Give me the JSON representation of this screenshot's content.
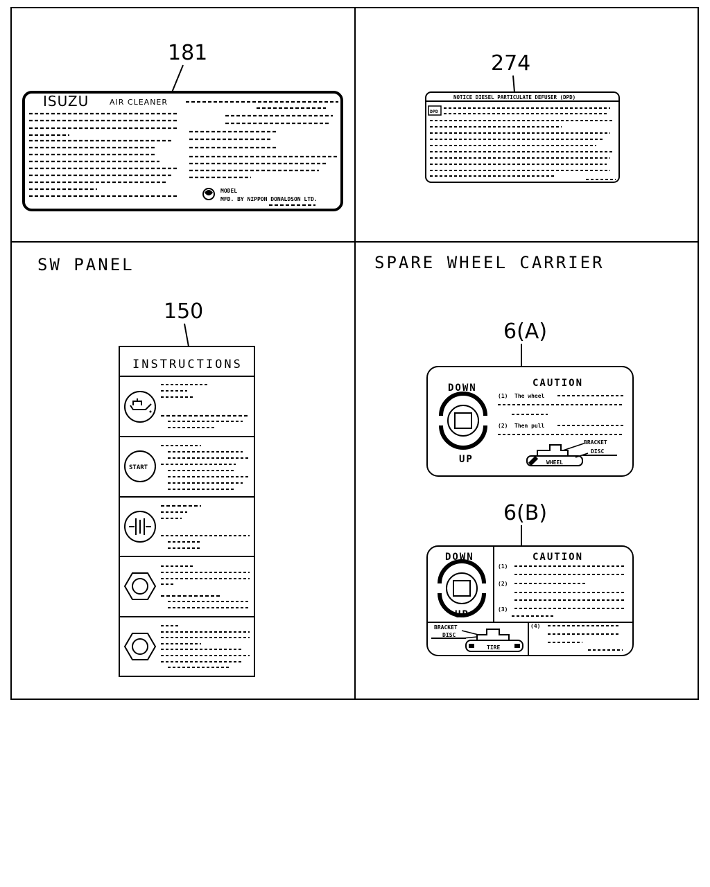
{
  "diagram": {
    "label_181": {
      "callout": "181",
      "brand": "ISUZU",
      "product": "AIR CLEANER",
      "model_label": "MODEL",
      "maker": "MFD. BY NIPPON DONALDSON LTD."
    },
    "label_274": {
      "callout": "274",
      "heading": "NOTICE DIESEL PARTICULATE DEFUSER (DPD)",
      "badge": "DPD"
    },
    "sw_panel": {
      "section_title": "SW PANEL",
      "callout": "150",
      "heading": "INSTRUCTIONS",
      "start_label": "START"
    },
    "spare_wheel": {
      "section_title": "SPARE WHEEL CARRIER",
      "variant_a": {
        "callout": "6(A)",
        "down": "DOWN",
        "up": "UP",
        "caution": "CAUTION",
        "item1_num": "(1)",
        "item1_text": "The wheel",
        "item2_num": "(2)",
        "item2_text": "Then pull",
        "bracket": "BRACKET",
        "disc": "DISC",
        "wheel": "WHEEL"
      },
      "variant_b": {
        "callout": "6(B)",
        "down": "DOWN",
        "up": "UP",
        "caution": "CAUTION",
        "item1_num": "(1)",
        "item2_num": "(2)",
        "item3_num": "(3)",
        "item4_num": "(4)",
        "bracket": "BRACKET",
        "disc": "DISC",
        "tire": "TIRE"
      }
    }
  }
}
